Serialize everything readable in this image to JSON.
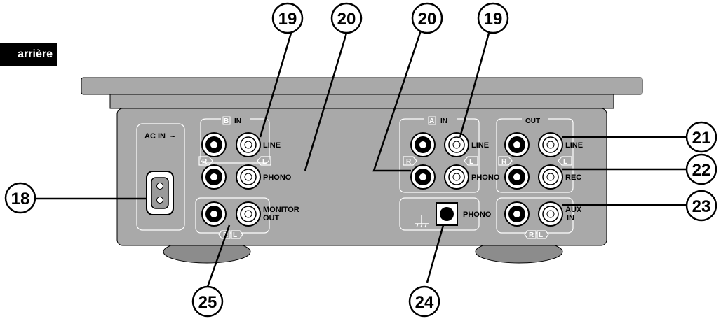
{
  "section_tag": "arrière",
  "callouts": {
    "n18": "18",
    "n19a": "19",
    "n20a": "20",
    "n20b": "20",
    "n19b": "19",
    "n21": "21",
    "n22": "22",
    "n23": "23",
    "n24": "24",
    "n25": "25"
  },
  "panel_labels": {
    "ac_in": "AC IN",
    "ac_symbol": "~",
    "b_letter": "B",
    "b_in": "IN",
    "a_letter": "A",
    "a_in": "IN",
    "out": "OUT",
    "line_b": "LINE",
    "phono_b": "PHONO",
    "monitor": "MONITOR",
    "monitor_out": "OUT",
    "line_a": "LINE",
    "phono_a": "PHONO",
    "line_out": "LINE",
    "rec": "REC",
    "aux": "AUX",
    "aux_in": "IN",
    "phono_ground": "PHONO",
    "r": "R",
    "l": "L"
  }
}
